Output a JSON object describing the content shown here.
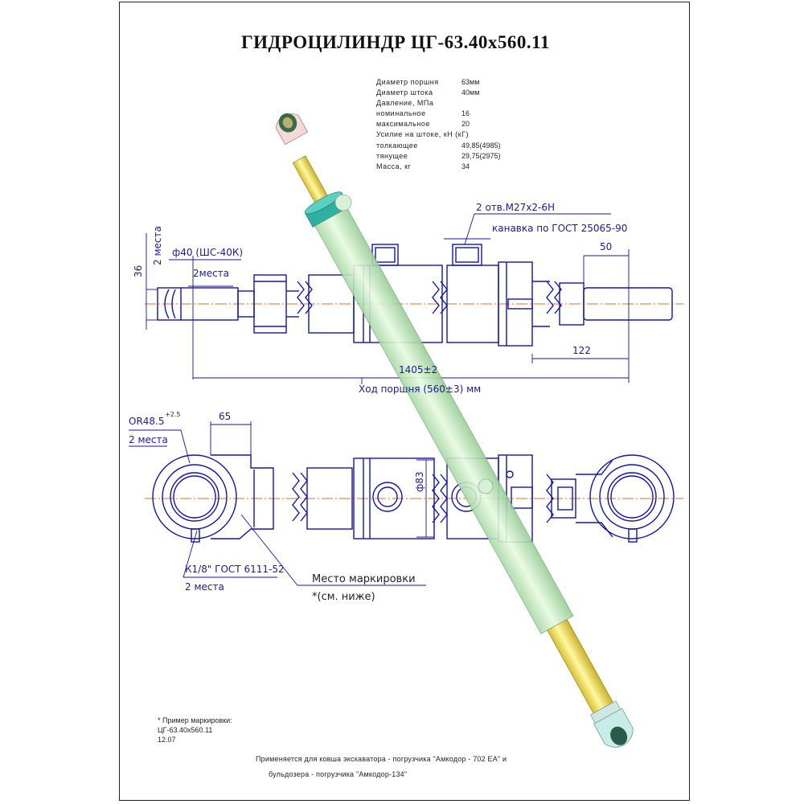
{
  "title": "ГИДРОЦИЛИНДР  ЦГ-63.40х560.11",
  "specs": [
    {
      "label": "Диаметр поршня",
      "value": "63мм"
    },
    {
      "label": "Диаметр штока",
      "value": "40мм"
    },
    {
      "label": "Давление, МПа",
      "value": ""
    },
    {
      "label": "номинальное",
      "value": "16"
    },
    {
      "label": "максимальное",
      "value": "20"
    },
    {
      "label": "Усилие на штоке, кН (кГ)",
      "value": ""
    },
    {
      "label": "толкающее",
      "value": "49,85(4985)"
    },
    {
      "label": "тянущее",
      "value": "29,75(2975)"
    },
    {
      "label": "Масса, кг",
      "value": "34"
    }
  ],
  "annotations": {
    "thread": "2 отв.М27х2-6Н",
    "groove": "канавка по ГОСТ 25065-90",
    "dim_50": "50",
    "dim_36": "36",
    "places_2_vertical": "2 места",
    "dia_40": "ф40 (ШС-40К)",
    "places_2a": "2места",
    "dim_122": "122",
    "dim_1405": "1405±2",
    "stroke": "Ход поршня (560±3) мм",
    "radius": "ОR48.5",
    "radius_tol": "+2.5",
    "dim_65": "65",
    "places_2b": "2 места",
    "dia_83": "ф83",
    "fitting": "К1/8\" ГОСТ 6111-52",
    "places_2c": "2 места",
    "marking_place": "Место маркировки",
    "marking_ref": "*(см. ниже)"
  },
  "marking_example": {
    "header": "* Пример маркировки:",
    "line1": "ЦГ-63.40х560.11",
    "line2": "12.07"
  },
  "footer": {
    "line1": "Применяется для ковша экскаватора - погрузчика \"Амкодор - 702 ЕА\" и",
    "line2": "бульдозера - погрузчика \"Амкодор-134\""
  },
  "colors": {
    "drawing_lines": "#1414a8",
    "centerline": "#e07020",
    "barrel": "#c8ecc8",
    "rod": "#f0e070",
    "gland": "#30b0a0",
    "eye": "#f5d8d8"
  }
}
